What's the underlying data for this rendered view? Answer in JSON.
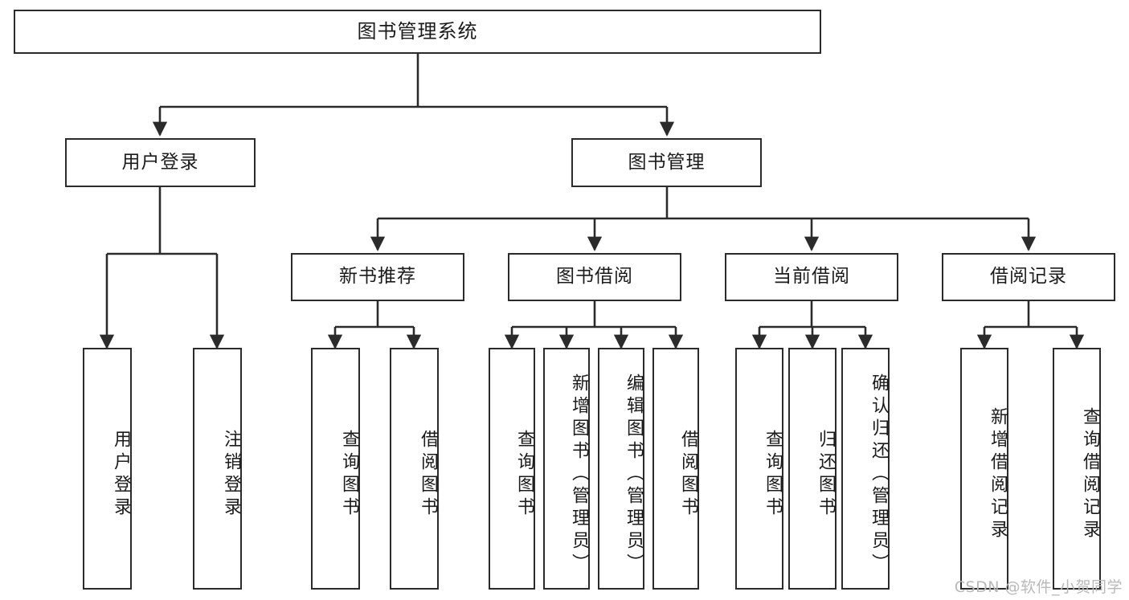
{
  "diagram": {
    "type": "tree-hierarchy",
    "title": "图书管理系统",
    "watermark": "CSDN @软件_小贺同学",
    "colors": {
      "stroke": "#2b2b2b",
      "fill": "#ffffff",
      "text": "#1b1b1b",
      "watermark": "#b9b9b9"
    },
    "root": {
      "label": "图书管理系统"
    },
    "level2": [
      {
        "label": "用户登录"
      },
      {
        "label": "图书管理"
      }
    ],
    "level3": [
      {
        "label": "新书推荐"
      },
      {
        "label": "图书借阅"
      },
      {
        "label": "当前借阅"
      },
      {
        "label": "借阅记录"
      }
    ],
    "leaves": {
      "user_login": [
        {
          "label": "用户登录"
        },
        {
          "label": "注销登录"
        }
      ],
      "new_book_recommend": [
        {
          "label": "查询图书"
        },
        {
          "label": "借阅图书"
        }
      ],
      "book_borrow": [
        {
          "label": "查询图书"
        },
        {
          "label": "新增图书（管理员）"
        },
        {
          "label": "编辑图书（管理员）"
        },
        {
          "label": "借阅图书"
        }
      ],
      "current_borrow": [
        {
          "label": "查询图书"
        },
        {
          "label": "归还图书"
        },
        {
          "label": "确认归还（管理员）"
        }
      ],
      "borrow_records": [
        {
          "label": "新增借阅记录"
        },
        {
          "label": "查询借阅记录"
        }
      ]
    }
  }
}
